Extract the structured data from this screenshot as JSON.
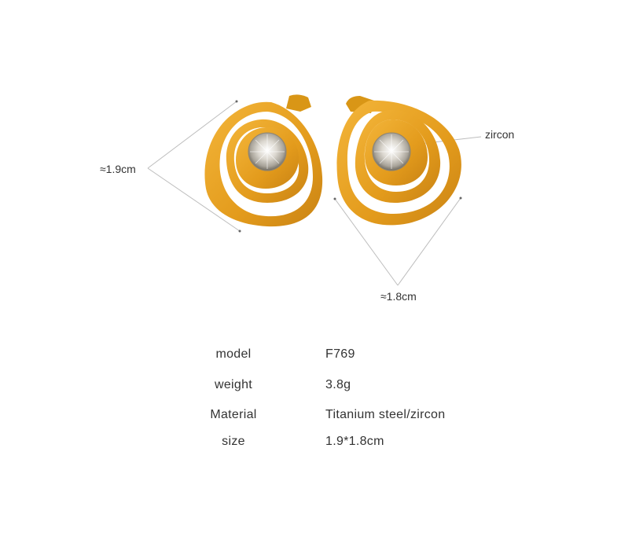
{
  "dimensions": {
    "height_label": "≈1.9cm",
    "width_label": "≈1.8cm",
    "stone_label": "zircon"
  },
  "specs": [
    {
      "key": "model",
      "value": "F769"
    },
    {
      "key": "weight",
      "value": "3.8g"
    },
    {
      "key": "Material",
      "value": "Titanium steel/zircon"
    },
    {
      "key": "size",
      "value": "1.9*1.8cm"
    }
  ],
  "colors": {
    "gold": "#e8a51f",
    "gold_dark": "#b87a12",
    "gold_light": "#f5c452",
    "zircon": "#e9e6e0"
  }
}
